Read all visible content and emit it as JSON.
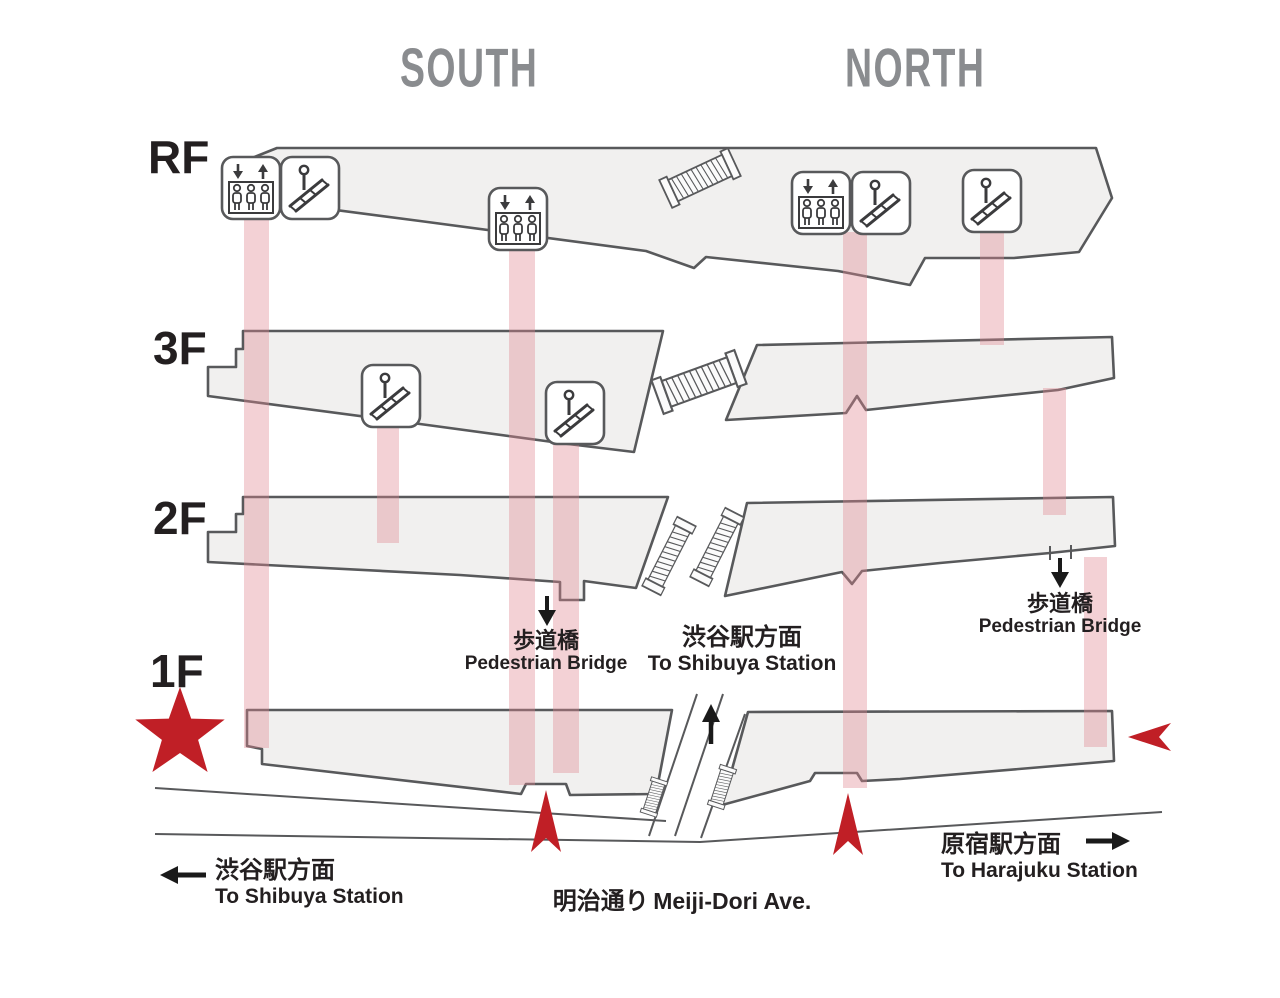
{
  "header": {
    "south": "SOUTH",
    "north": "NORTH"
  },
  "floors": [
    {
      "label": "RF"
    },
    {
      "label": "3F"
    },
    {
      "label": "2F"
    },
    {
      "label": "1F"
    }
  ],
  "labels": {
    "bridge_south": {
      "jp": "歩道橋",
      "en": "Pedestrian Bridge"
    },
    "bridge_north": {
      "jp": "歩道橋",
      "en": "Pedestrian Bridge"
    },
    "shibuya_mid": {
      "jp": "渋谷駅方面",
      "en": "To Shibuya Station"
    },
    "shibuya_bottom": {
      "jp": "渋谷駅方面",
      "en": "To Shibuya Station"
    },
    "harajuku": {
      "jp": "原宿駅方面",
      "en": "To Harajuku Station"
    },
    "street": {
      "jp": "明治通り",
      "en": "Meiji-Dori Ave."
    }
  },
  "icons": {
    "elevator": "elevator-icon",
    "escalator": "escalator-icon",
    "stairs": "stairs-icon",
    "star": "current-location-star",
    "entrance_arrow": "entrance-arrow"
  },
  "colors": {
    "floor_fill": "#f1f0ef",
    "outline": "#58595b",
    "shaft_pink": "#eec6cc",
    "accent_red": "#c01f26",
    "heading_gray": "#8a8c8f",
    "text_black": "#231f20"
  }
}
